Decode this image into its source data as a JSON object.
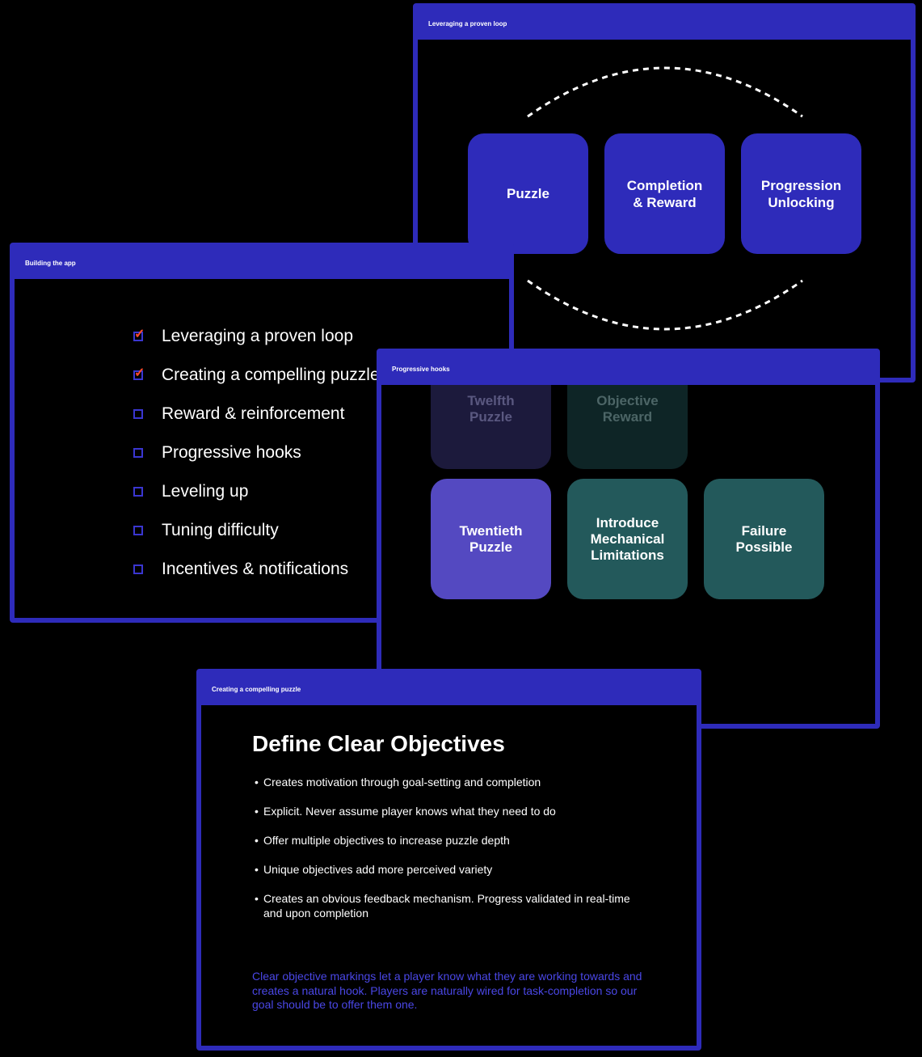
{
  "slides": {
    "loop": {
      "header": "Leveraging a proven loop",
      "boxes": [
        "Puzzle",
        "Completion\n& Reward",
        "Progression\nUnlocking"
      ]
    },
    "checklist": {
      "header": "Building the app",
      "items": [
        {
          "label": "Leveraging a proven loop",
          "checked": true
        },
        {
          "label": "Creating a compelling puzzle",
          "checked": true
        },
        {
          "label": "Reward & reinforcement",
          "checked": false
        },
        {
          "label": "Progressive hooks",
          "checked": false
        },
        {
          "label": "Leveling up",
          "checked": false
        },
        {
          "label": "Tuning difficulty",
          "checked": false
        },
        {
          "label": "Incentives & notifications",
          "checked": false
        }
      ]
    },
    "hooks": {
      "header": "Progressive hooks",
      "boxes": [
        "Twelfth\nPuzzle",
        "Objective\nReward",
        "Twentieth\nPuzzle",
        "Introduce\nMechanical\nLimitations",
        "Failure\nPossible"
      ]
    },
    "objectives": {
      "header": "Creating a compelling puzzle",
      "title": "Define Clear Objectives",
      "bullets": [
        "Creates motivation through goal-setting and completion",
        "Explicit. Never assume player knows what they need to do",
        "Offer multiple objectives to increase puzzle depth",
        "Unique objectives add more perceived variety",
        "Creates an obvious feedback mechanism. Progress validated in real-time and upon completion"
      ],
      "note": "Clear objective markings let a player know what they are working towards and creates a natural hook. Players are naturally wired for task-completion so our goal should be to offer them one."
    }
  },
  "colors": {
    "accent": "#2e2bba",
    "check": "#ff4a2e",
    "purple_box": "#5449c1",
    "teal_box": "#23595b",
    "note_text": "#4a47e6"
  }
}
